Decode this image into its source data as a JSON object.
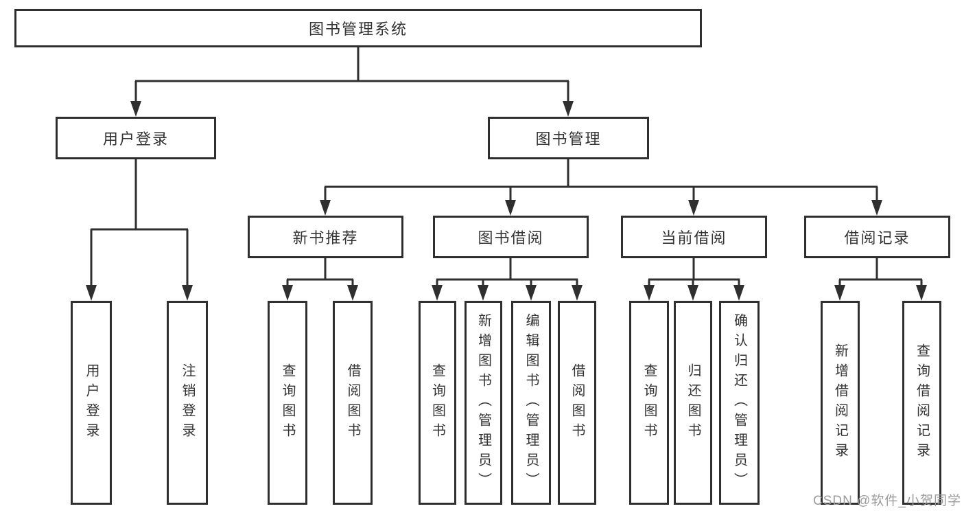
{
  "diagram": {
    "title": "图书管理系统",
    "root": {
      "label": "图书管理系统"
    },
    "branches": [
      {
        "label": "用户登录",
        "children": [
          {
            "label": "用户登录"
          },
          {
            "label": "注销登录"
          }
        ]
      },
      {
        "label": "图书管理",
        "groups": [
          {
            "label": "新书推荐",
            "children": [
              {
                "label": "查询图书"
              },
              {
                "label": "借阅图书"
              }
            ]
          },
          {
            "label": "图书借阅",
            "children": [
              {
                "label": "查询图书"
              },
              {
                "label": "新增图书（管理员）"
              },
              {
                "label": "编辑图书（管理员）"
              },
              {
                "label": "借阅图书"
              }
            ]
          },
          {
            "label": "当前借阅",
            "children": [
              {
                "label": "查询图书"
              },
              {
                "label": "归还图书"
              },
              {
                "label": "确认归还（管理员）"
              }
            ]
          },
          {
            "label": "借阅记录",
            "children": [
              {
                "label": "新增借阅记录"
              },
              {
                "label": "查询借阅记录"
              }
            ]
          }
        ]
      }
    ]
  },
  "watermark": {
    "text": "CSDN @软件_小贺同学"
  },
  "colors": {
    "line": "#2f2f2f",
    "text": "#333333",
    "watermark": "#9b9b9b",
    "background": "#ffffff"
  }
}
